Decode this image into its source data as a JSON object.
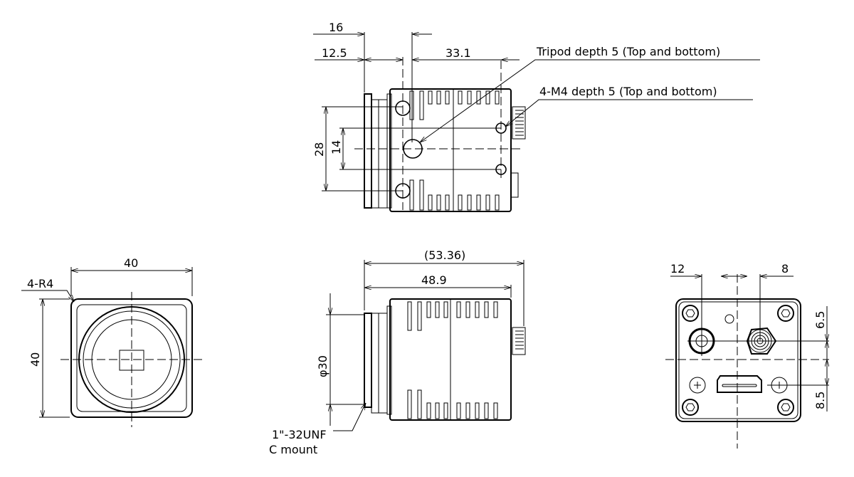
{
  "top_view": {
    "dim_16": "16",
    "dim_12_5": "12.5",
    "dim_33_1": "33.1",
    "dim_28": "28",
    "dim_14": "14",
    "callout_tripod": "Tripod depth 5  (Top and bottom)",
    "callout_m4": "4-M4 depth 5  (Top and bottom)"
  },
  "front_view": {
    "dim_width": "40",
    "dim_height": "40",
    "corner_radius": "4-R4"
  },
  "side_view": {
    "dim_overall": "(53.36)",
    "dim_body": "48.9",
    "dim_diameter": "φ30",
    "thread_label": "1\"-32UNF",
    "mount_label": "C mount"
  },
  "back_view": {
    "dim_12": "12",
    "dim_8": "8",
    "dim_6_5": "6.5",
    "dim_8_5": "8.5"
  }
}
